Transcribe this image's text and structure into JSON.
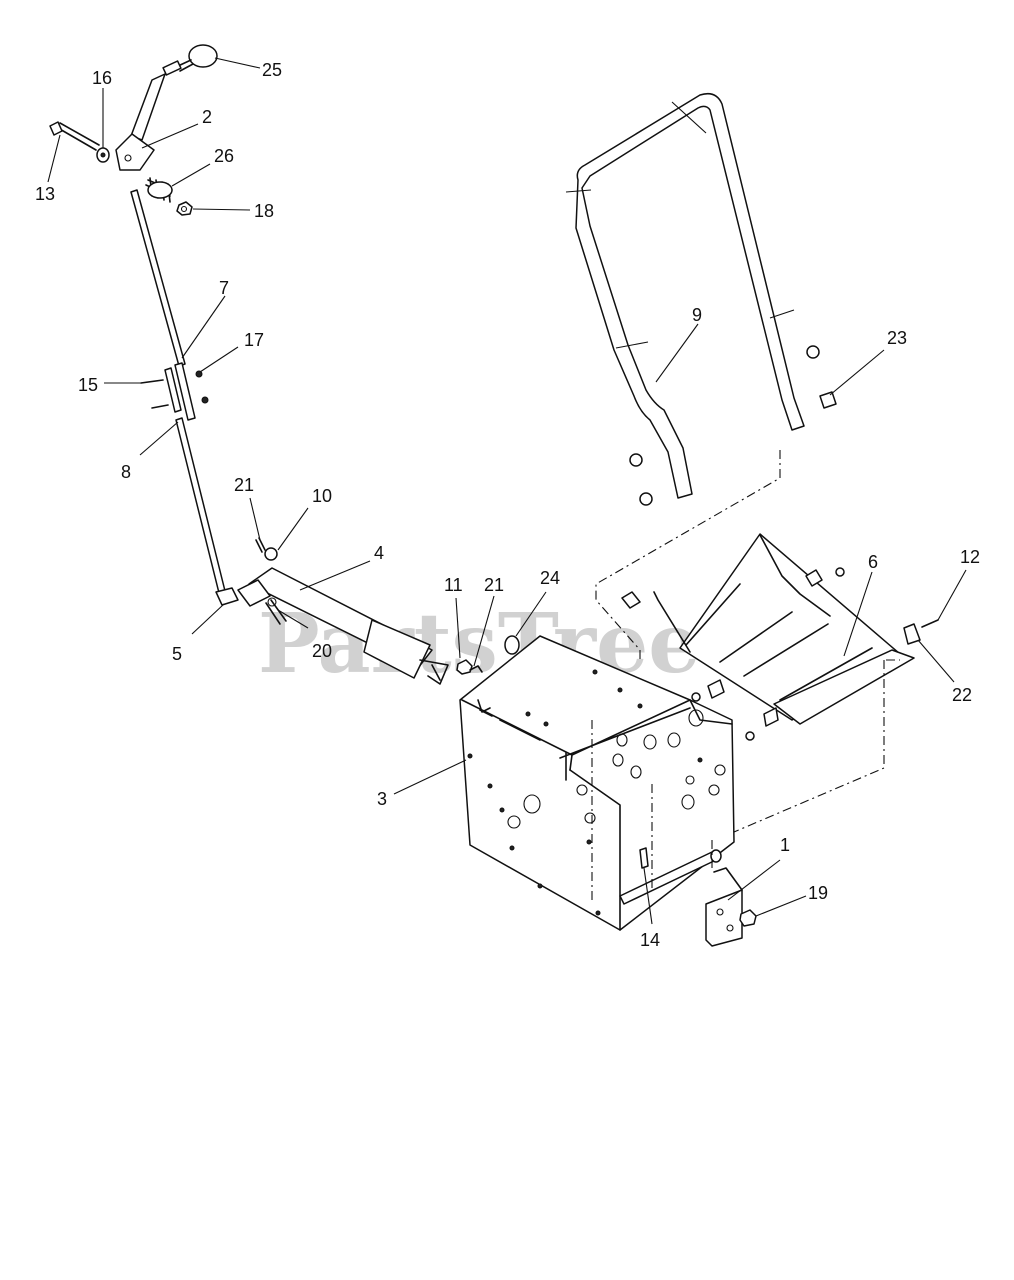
{
  "watermark": {
    "text": "PartsTree",
    "trademark": "TM"
  },
  "callouts": [
    "25",
    "16",
    "2",
    "13",
    "26",
    "18",
    "7",
    "17",
    "15",
    "8",
    "9",
    "23",
    "21",
    "10",
    "4",
    "5",
    "20",
    "11",
    "21",
    "24",
    "12",
    "6",
    "22",
    "3",
    "1",
    "19",
    "14"
  ]
}
